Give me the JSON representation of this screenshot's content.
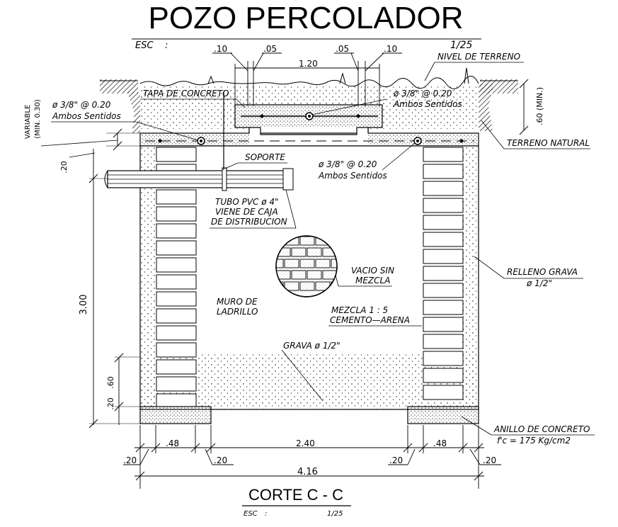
{
  "title": "POZO PERCOLADOR",
  "scale": {
    "esc": "ESC",
    "colon": ":",
    "value": "1/25"
  },
  "dims": {
    "top_10_left": ".10",
    "top_05_left": ".05",
    "top_05_right": ".05",
    "top_10_right": ".10",
    "top_120": "1.20",
    "right_60": ".60 (MIN.)",
    "left_variable": "VARIABLE",
    "left_min030": "(MIN. 0.30)",
    "left_20": ".20",
    "height_300": "3.00",
    "bottom_60": ".60",
    "bottom_20": ".20",
    "base_48_left": ".48",
    "base_240": "2.40",
    "base_48_right": ".48",
    "base_20_a": ".20",
    "base_20_b": ".20",
    "base_20_c": ".20",
    "base_20_d": ".20",
    "total_416": "4.16"
  },
  "labels": {
    "nivel_terreno": "NIVEL DE TERRENO",
    "tapa_concreto": "TAPA DE CONCRETO",
    "rebar_left_1": "ø 3/8\" @ 0.20",
    "rebar_left_2": "Ambos Sentidos",
    "rebar_top_1": "ø 3/8\" @ 0.20",
    "rebar_top_2": "Ambos Sentidos",
    "rebar_mid_1": "ø 3/8\" @ 0.20",
    "rebar_mid_2": "Ambos Sentidos",
    "terreno_natural": "TERRENO NATURAL",
    "soporte": "SOPORTE",
    "tubo_1": "TUBO PVC ø 4\"",
    "tubo_2": "VIENE DE CAJA",
    "tubo_3": "DE DISTRIBUCION",
    "vacio_1": "VACIO SIN",
    "vacio_2": "MEZCLA",
    "relleno_1": "RELLENO GRAVA",
    "relleno_2": "ø 1/2\"",
    "muro_1": "MURO DE",
    "muro_2": "LADRILLO",
    "mezcla_1": "MEZCLA 1 : 5",
    "mezcla_2": "CEMENTO—ARENA",
    "grava": "GRAVA ø 1/2\"",
    "anillo_1": "ANILLO DE CONCRETO",
    "anillo_2": "f'c = 175 Kg/cm2"
  },
  "footer": {
    "title": "CORTE C - C",
    "esc": "ESC",
    "colon": ":",
    "value": "1/25"
  }
}
